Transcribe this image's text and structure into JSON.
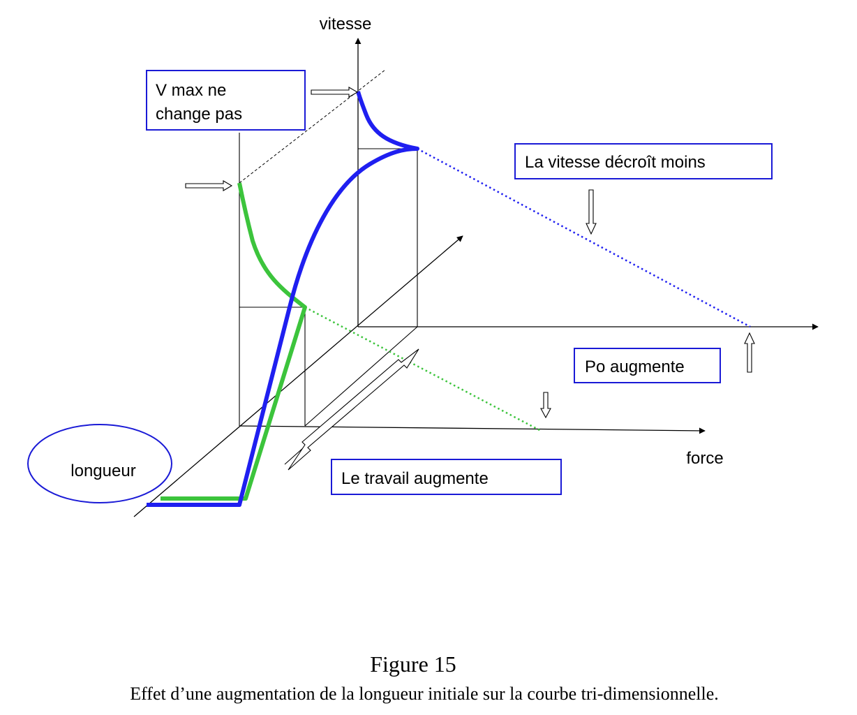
{
  "diagram": {
    "axis_labels": {
      "vitesse": "vitesse",
      "force": "force"
    },
    "callouts": {
      "vmax": {
        "line1": "V max ne",
        "line2": "change pas"
      },
      "vitesse": "La vitesse décroît moins",
      "po": "Po augmente",
      "travail": "Le travail augmente",
      "longueur": "longueur"
    },
    "colors": {
      "longer_initial_length_curve": "#1f1ff0",
      "reference_curve": "#3cc43c",
      "box_border": "#1a1ad6"
    }
  },
  "caption": {
    "title": "Figure 15",
    "text": "Effet d’une augmentation de la longueur initiale sur la courbe tri-dimensionnelle."
  }
}
